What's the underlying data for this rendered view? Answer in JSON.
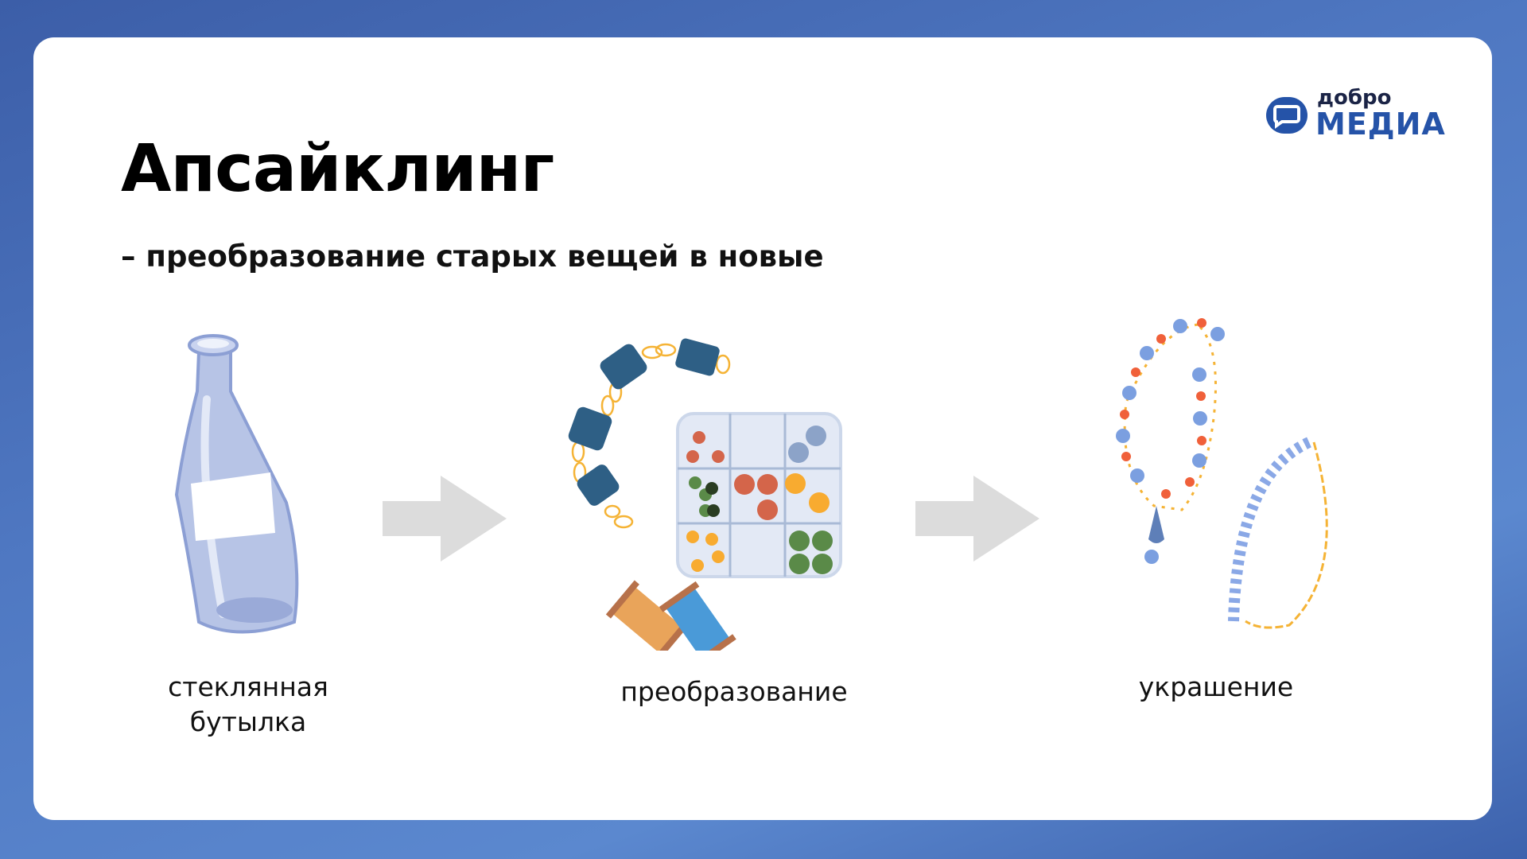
{
  "title": "Апсайклинг",
  "subtitle": "– преобразование старых вещей в новые",
  "logo": {
    "top": "добро",
    "bottom": "МЕДИА"
  },
  "steps": [
    {
      "label_line1": "стеклянная",
      "label_line2": "бутылка",
      "icon": "glass-bottle"
    },
    {
      "label": "преобразование",
      "icon": "beads-and-threads"
    },
    {
      "label": "украшение",
      "icon": "necklaces"
    }
  ],
  "colors": {
    "accent": "#2553a8",
    "arrow": "#dcdcdc"
  }
}
